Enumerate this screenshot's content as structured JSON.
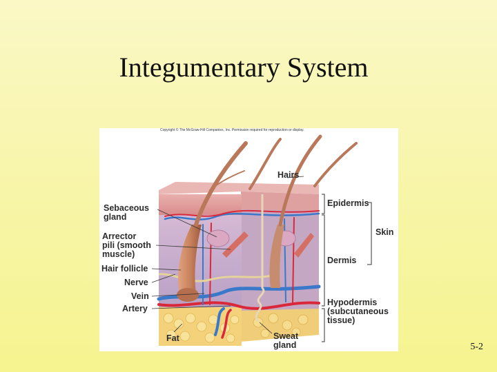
{
  "slide": {
    "title": "Integumentary System",
    "number": "5-2"
  },
  "figure": {
    "copyright": "Copyright © The McGraw-Hill Companies, Inc. Permission required for reproduction or display.",
    "labels": {
      "hairs": "Hairs",
      "epidermis": "Epidermis",
      "skin": "Skin",
      "dermis": "Dermis",
      "hypodermis": "Hypodermis\n(subcutaneous\ntissue)",
      "sebaceous_gland": "Sebaceous\ngland",
      "arrector_pili": "Arrector\npili (smooth\nmuscle)",
      "hair_follicle": "Hair follicle",
      "nerve": "Nerve",
      "vein": "Vein",
      "artery": "Artery",
      "fat": "Fat",
      "sweat_gland": "Sweat\ngland"
    },
    "colors": {
      "epidermis": "#e8a7a5",
      "dermis": "#c7b0cc",
      "hypodermis_fat": "#f3d47a",
      "artery": "#d9283a",
      "vein": "#3a78c9",
      "hair": "#b9785a",
      "nerve": "#e8d9a0"
    }
  }
}
